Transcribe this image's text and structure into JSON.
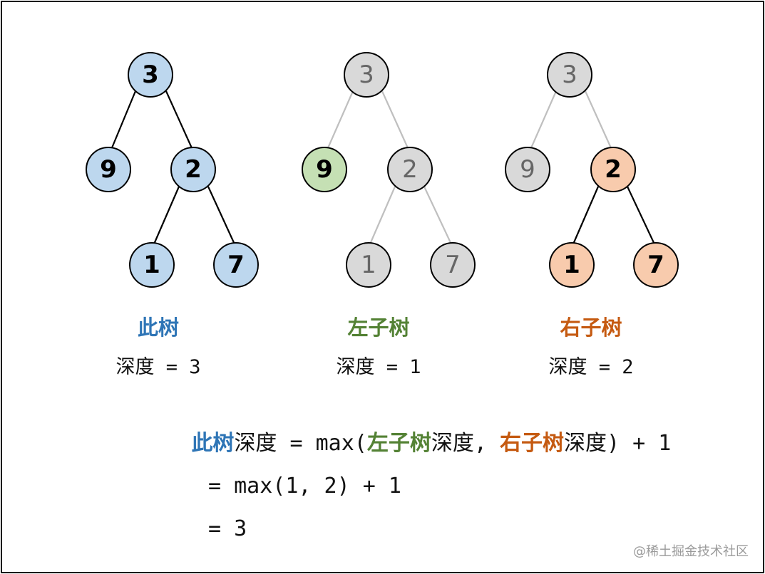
{
  "colors": {
    "blue_fill": "#bdd7ee",
    "green_fill": "#c5e0b4",
    "orange_fill": "#f8cbad",
    "gray_fill": "#d9d9d9",
    "blue_text": "#2e75b6",
    "green_text": "#548235",
    "orange_text": "#c55a11",
    "dim_edge": "#bfbfbf"
  },
  "trees": [
    {
      "title": "此树",
      "depth_text": "深度 = 3",
      "title_color": "#2e75b6",
      "nodes": [
        {
          "value": "3",
          "state": "blue"
        },
        {
          "value": "9",
          "state": "blue"
        },
        {
          "value": "2",
          "state": "blue"
        },
        {
          "value": "1",
          "state": "blue"
        },
        {
          "value": "7",
          "state": "blue"
        }
      ]
    },
    {
      "title": "左子树",
      "depth_text": "深度 = 1",
      "title_color": "#548235",
      "nodes": [
        {
          "value": "3",
          "state": "gray"
        },
        {
          "value": "9",
          "state": "green"
        },
        {
          "value": "2",
          "state": "gray"
        },
        {
          "value": "1",
          "state": "gray"
        },
        {
          "value": "7",
          "state": "gray"
        }
      ]
    },
    {
      "title": "右子树",
      "depth_text": "深度 = 2",
      "title_color": "#c55a11",
      "nodes": [
        {
          "value": "3",
          "state": "gray"
        },
        {
          "value": "9",
          "state": "gray"
        },
        {
          "value": "2",
          "state": "orange"
        },
        {
          "value": "1",
          "state": "orange"
        },
        {
          "value": "7",
          "state": "orange"
        }
      ]
    }
  ],
  "formula": {
    "line1": {
      "this_tree": "此树",
      "depth1": "深度 = max(",
      "left_tree": "左子树",
      "depth2": "深度, ",
      "right_tree": "右子树",
      "depth3": "深度) + 1"
    },
    "line2": "= max(1, 2) + 1",
    "line3": "= 3"
  },
  "watermark": "@稀土掘金技术社区"
}
